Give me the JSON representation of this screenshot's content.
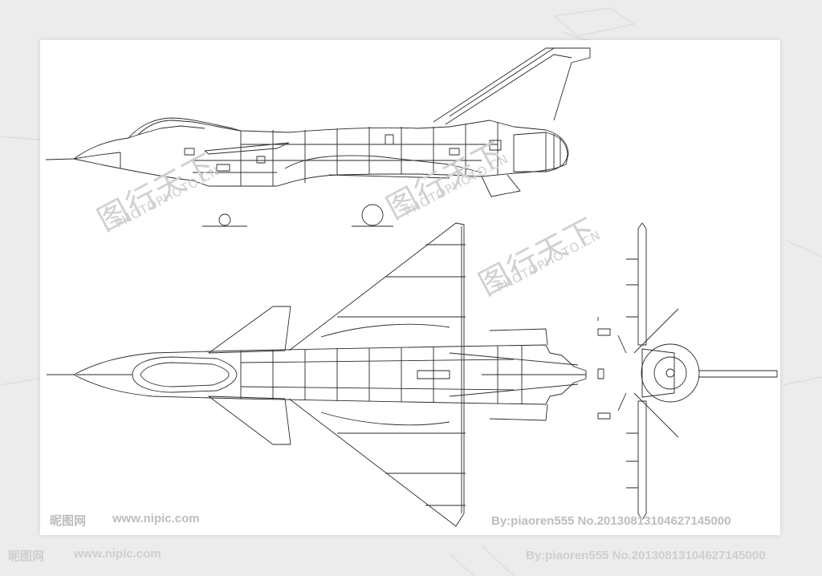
{
  "watermarks": {
    "cn": [
      "图行天下",
      "图行天下",
      "图行天下"
    ],
    "en": [
      "PHOTOPHOTO.CN",
      "PHOTOPHOTO.CN",
      "PHOTOPHOTO.CN"
    ]
  },
  "footer": {
    "site_logo": "昵图网",
    "site_url": "www.nipic.com",
    "credit": "By:piaoren555  No.20130813104627145000"
  },
  "colors": {
    "line": "#2a2a2a",
    "watermark": "#c8c8c8",
    "background": "#ececec",
    "sheet": "#ffffff"
  }
}
